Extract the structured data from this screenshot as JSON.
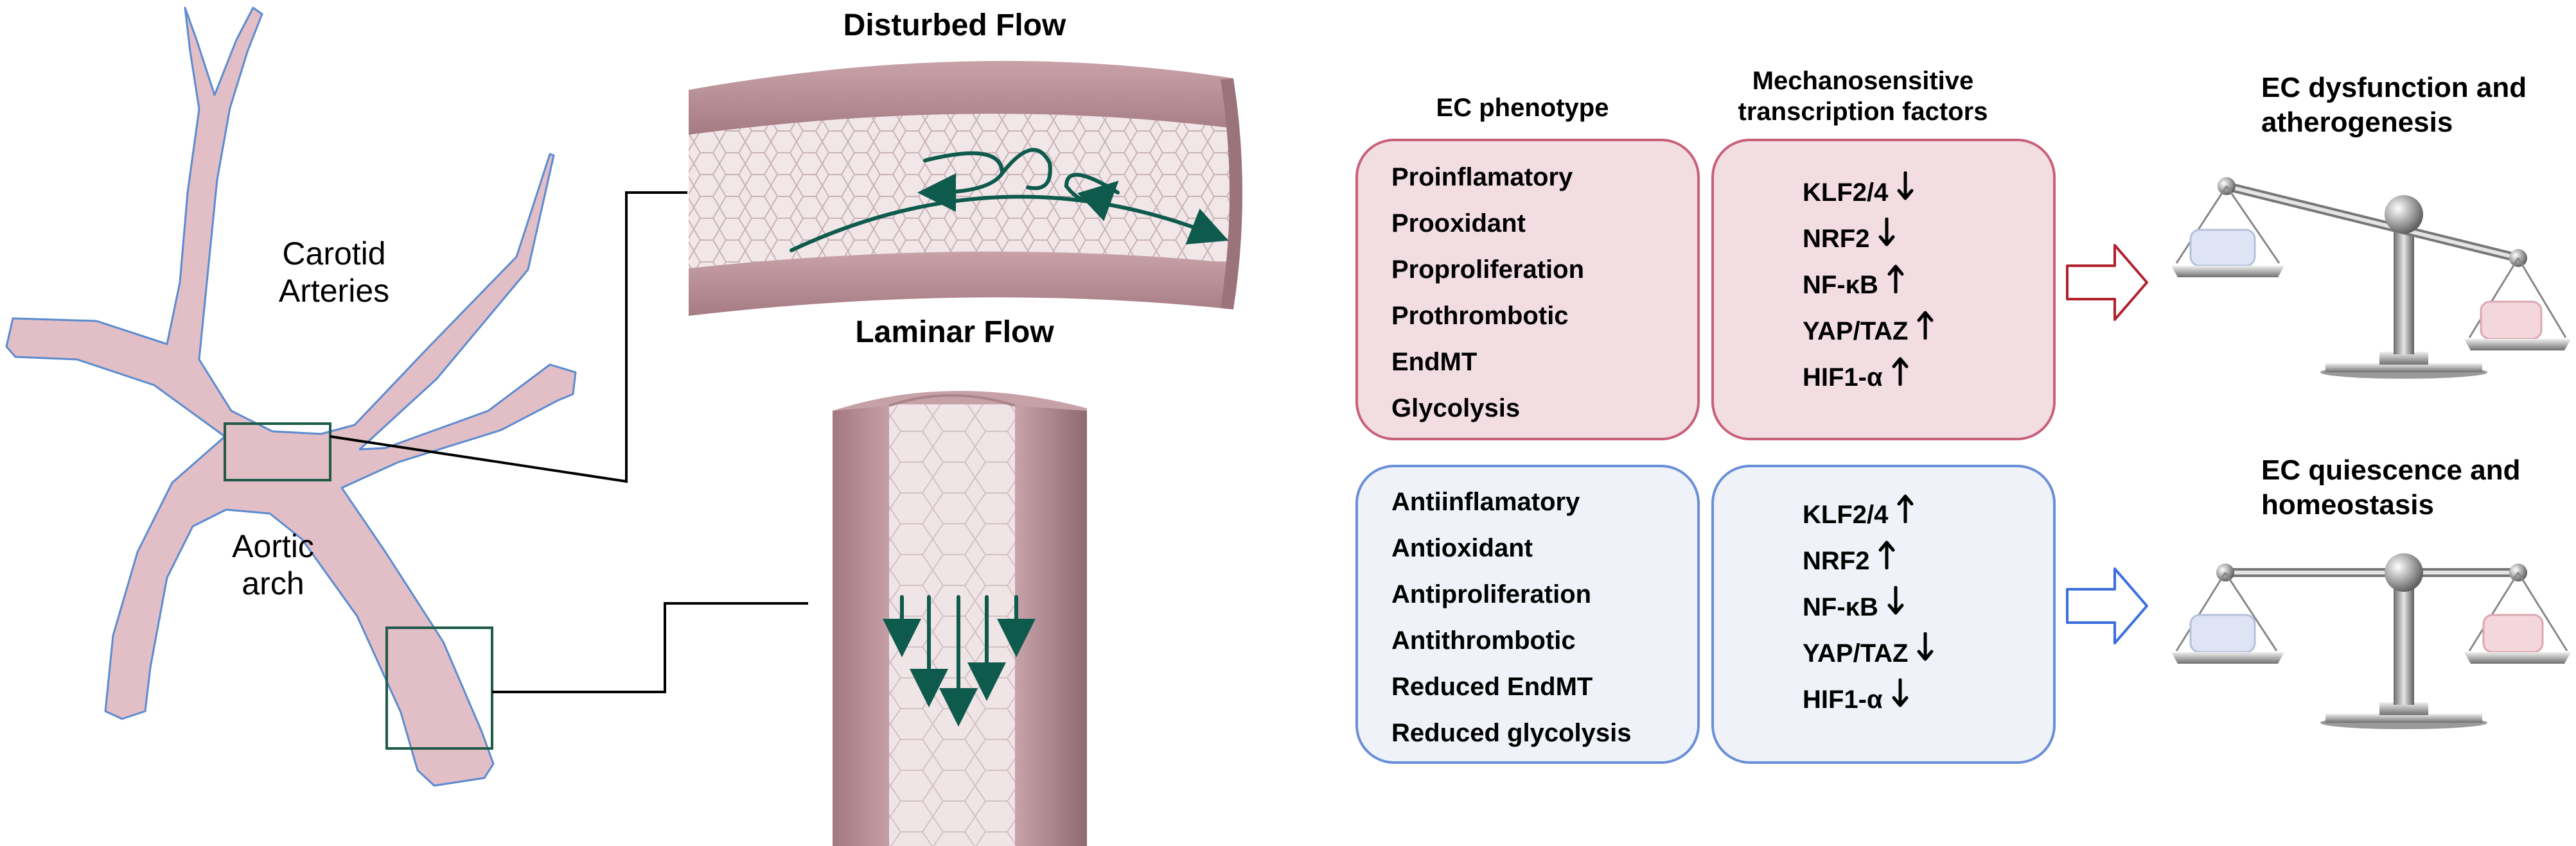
{
  "anatomy": {
    "carotid_label": "Carotid\nArteries",
    "aortic_label": "Aortic\narch"
  },
  "flow": {
    "disturbed_title": "Disturbed Flow",
    "laminar_title": "Laminar Flow"
  },
  "headers": {
    "phenotype": "EC phenotype",
    "factors": "Mechanosensitive\ntranscription factors"
  },
  "disturbed": {
    "phenotypes": [
      "Proinflamatory",
      "Prooxidant",
      "Proproliferation",
      "Prothrombotic",
      "EndMT",
      "Glycolysis"
    ],
    "factors": [
      {
        "name": "KLF2/4",
        "direction": "down"
      },
      {
        "name": "NRF2",
        "direction": "down"
      },
      {
        "name": "NF-κB",
        "direction": "up"
      },
      {
        "name": "YAP/TAZ",
        "direction": "up"
      },
      {
        "name": "HIF1-α",
        "direction": "up"
      }
    ],
    "outcome": "EC dysfunction and\natherogenesis"
  },
  "laminar": {
    "phenotypes": [
      "Antiinflamatory",
      "Antioxidant",
      "Antiproliferation",
      "Antithrombotic",
      "Reduced EndMT",
      "Reduced glycolysis"
    ],
    "factors": [
      {
        "name": "KLF2/4",
        "direction": "up"
      },
      {
        "name": "NRF2",
        "direction": "up"
      },
      {
        "name": "NF-κB",
        "direction": "down"
      },
      {
        "name": "YAP/TAZ",
        "direction": "down"
      },
      {
        "name": "HIF1-α",
        "direction": "down"
      }
    ],
    "outcome": "EC quiescence and\nhomeostasis"
  },
  "colors": {
    "vessel": "#e2bec6",
    "vessel_outline": "#5b8bd0",
    "flow_arrow": "#0e5a4c",
    "box_frame": "#1f5a4a",
    "pink_arrow": "#b0222c",
    "blue_arrow": "#3a6ee0"
  },
  "icons": {
    "up": "arrow-up-icon",
    "down": "arrow-down-icon",
    "scale": "balance-scale-icon"
  }
}
